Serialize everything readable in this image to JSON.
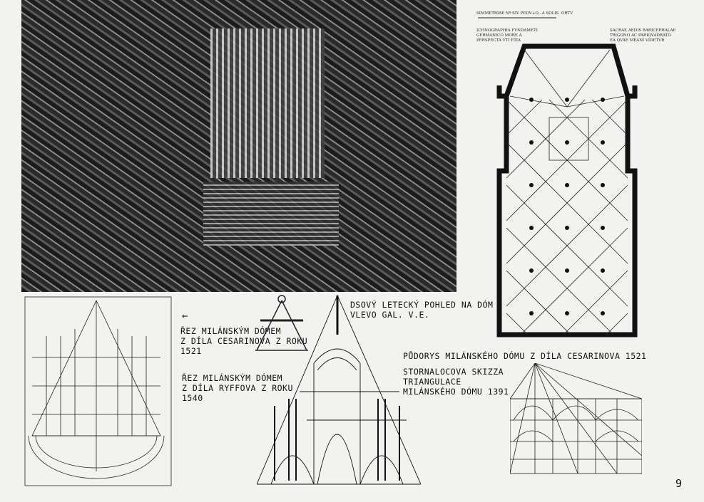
{
  "photo": {
    "caption_line1": "DSOVÝ LETECKÝ POHLED NA DÓM",
    "caption_line2": "VLEVO GAL. V.E."
  },
  "plan": {
    "caption": "PŮDORYS MILÁNSKÉHO DÓMU Z DÍLA CESARINOVA 1521",
    "header": "SIMMETRIAE Nº·SIV PEDV+O...A SOLIS  ORTV",
    "left_note": "ICHNOGRAPHIA FVNDAMETI\nGERMANICO MORE A\nPERSPECTA VTI ETIA",
    "right_note": "SACRAE AEDIS BARICEPHALAE\nTRIGONO AC PARIQVADRATO\nEA QVAE MEANI VIDETVR"
  },
  "sections": [
    {
      "arrow": "←",
      "line1": "ŘEZ MILÁNSKÝM DÓMEM",
      "line2": "Z DÍLA CESARINOVA Z ROKU",
      "line3": "1521"
    },
    {
      "line1": "ŘEZ MILÁNSKÝM DÓMEM",
      "line2": "Z DÍLA RYFFOVA Z ROKU",
      "line3": "1540"
    }
  ],
  "sketch": {
    "line1": "STORNALOCOVA SKIZZA",
    "line2": "TRIANGULACE",
    "line3": "MILÁNSKÉHO DÓMU 1391"
  },
  "page_number": "9"
}
